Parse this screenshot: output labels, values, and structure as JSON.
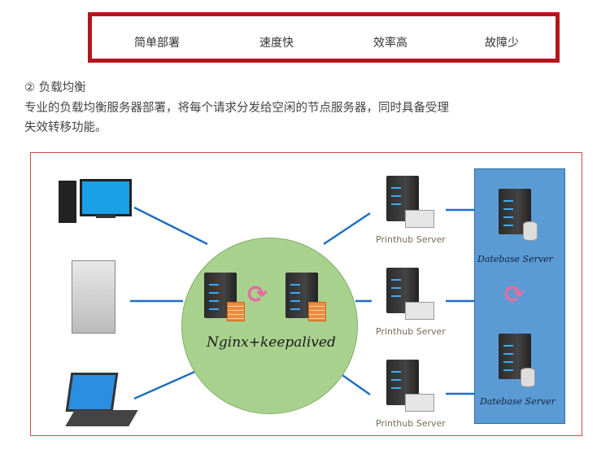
{
  "features": [
    "简单部署",
    "速度快",
    "效率高",
    "故障少"
  ],
  "section": {
    "title": "② 负载均衡",
    "desc_line1": "专业的负载均衡服务器部署，将每个请求分发给空闲的节点服务器，同时具备受理",
    "desc_line2": "失效转移功能。"
  },
  "diagram": {
    "lb_label": "Nginx+keepalived",
    "printhub_label": "Printhub Server",
    "db_label": "Datebase Server",
    "colors": {
      "circle": "#a9d18e",
      "db_panel": "#5b9bd5",
      "line": "#1f6fc5",
      "border": "#c0504d"
    }
  }
}
